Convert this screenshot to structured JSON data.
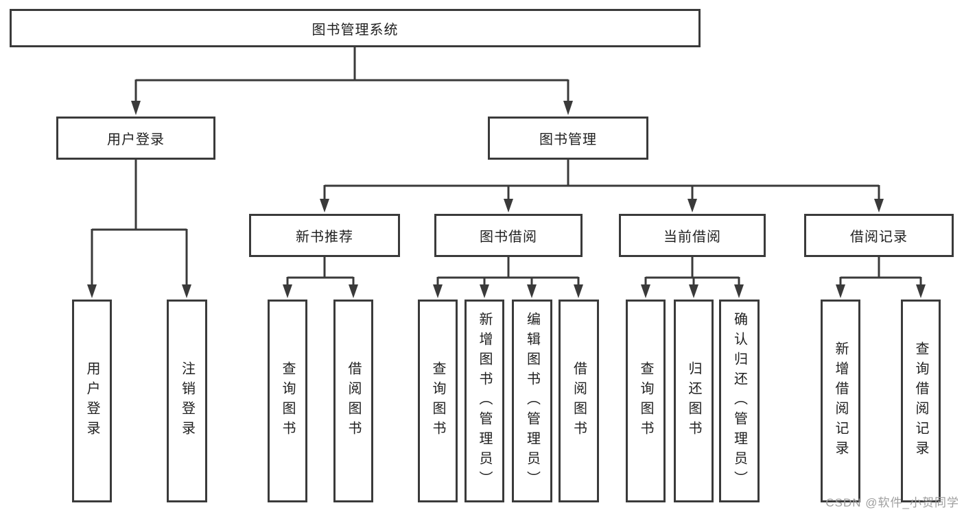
{
  "diagram": {
    "root": {
      "label": "图书管理系统"
    },
    "branches": [
      {
        "label": "用户登录",
        "children": [
          {
            "label": "用户登录"
          },
          {
            "label": "注销登录"
          }
        ]
      },
      {
        "label": "图书管理",
        "children": [
          {
            "label": "新书推荐",
            "children": [
              {
                "label": "查询图书"
              },
              {
                "label": "借阅图书"
              }
            ]
          },
          {
            "label": "图书借阅",
            "children": [
              {
                "label": "查询图书"
              },
              {
                "label": "新增图书（管理员）"
              },
              {
                "label": "编辑图书（管理员）"
              },
              {
                "label": "借阅图书"
              }
            ]
          },
          {
            "label": "当前借阅",
            "children": [
              {
                "label": "查询图书"
              },
              {
                "label": "归还图书"
              },
              {
                "label": "确认归还（管理员）"
              }
            ]
          },
          {
            "label": "借阅记录",
            "children": [
              {
                "label": "新增借阅记录"
              },
              {
                "label": "查询借阅记录"
              }
            ]
          }
        ]
      }
    ]
  },
  "watermark": {
    "text": "CSDN @软件_小贺同学"
  },
  "colors": {
    "line": "#3a3a3a",
    "box_border": "#3a3a3a",
    "text": "#212121",
    "watermark": "#9e9e9e",
    "background": "#ffffff"
  }
}
